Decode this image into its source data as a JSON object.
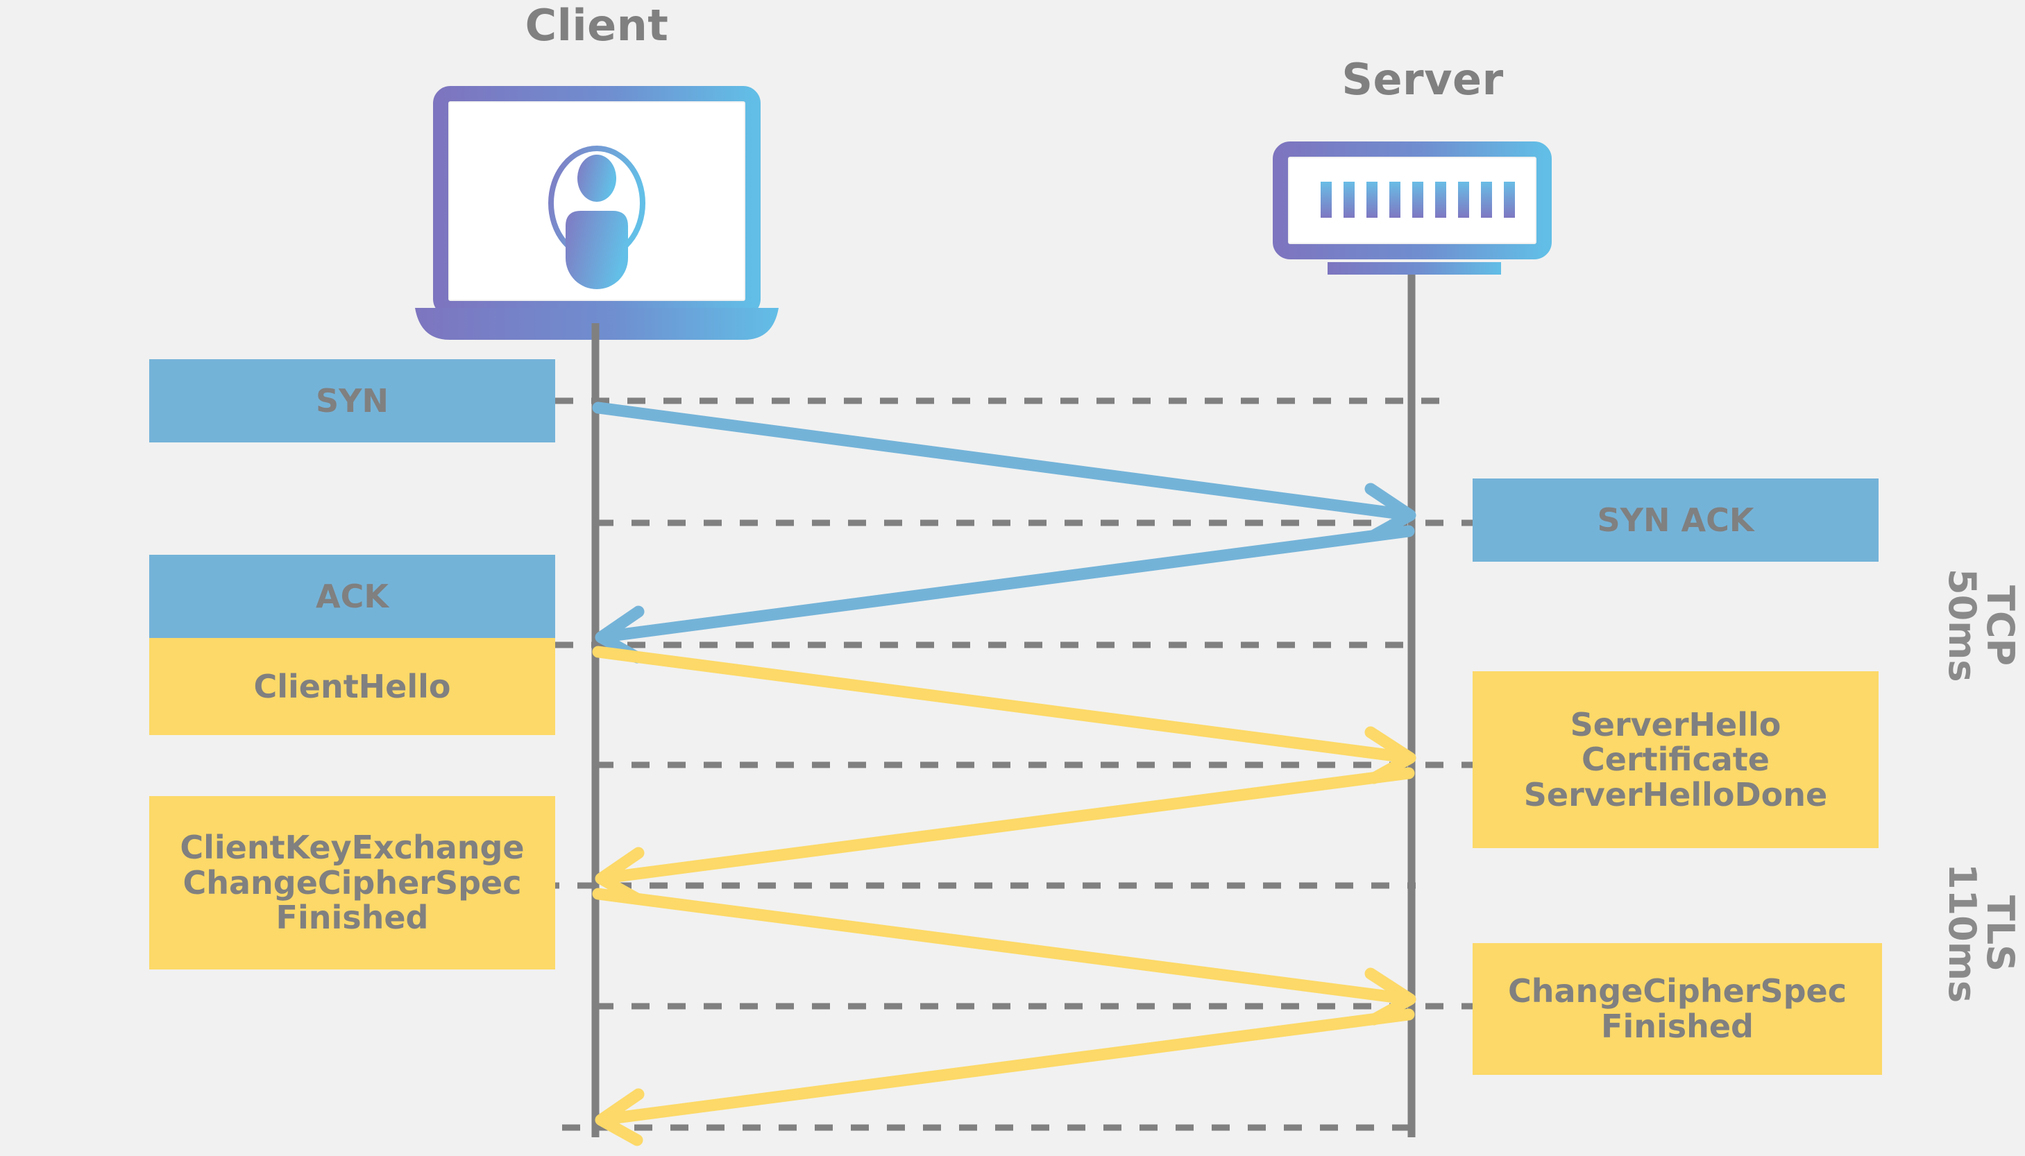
{
  "diagram": {
    "title_client": "Client",
    "title_server": "Server",
    "background_color": "#f1f1f1",
    "tcp_color": "#74b3d8",
    "tls_color": "#fcd968",
    "text_color": "#808080",
    "lifeline_color": "#808080"
  },
  "phases": [
    {
      "name": "TCP",
      "duration": "50ms",
      "label": "TCP\n50ms"
    },
    {
      "name": "TLS",
      "duration": "110ms",
      "label": "TLS\n110ms"
    }
  ],
  "messages": {
    "syn": {
      "label": "SYN",
      "side": "client",
      "protocol": "TCP"
    },
    "syn_ack": {
      "label": "SYN ACK",
      "side": "server",
      "protocol": "TCP"
    },
    "ack": {
      "label": "ACK",
      "side": "client",
      "protocol": "TCP"
    },
    "client_hello": {
      "label": "ClientHello",
      "side": "client",
      "protocol": "TLS"
    },
    "server_hello": {
      "label": "ServerHello\nCertificate\nServerHelloDone",
      "side": "server",
      "protocol": "TLS"
    },
    "client_key_exchange": {
      "label": "ClientKeyExchange\nChangeCipherSpec\nFinished",
      "side": "client",
      "protocol": "TLS"
    },
    "server_change_cipher": {
      "label": "ChangeCipherSpec\nFinished",
      "side": "server",
      "protocol": "TLS"
    }
  },
  "icons": {
    "client": "laptop-user-icon",
    "server": "server-rack-icon"
  }
}
